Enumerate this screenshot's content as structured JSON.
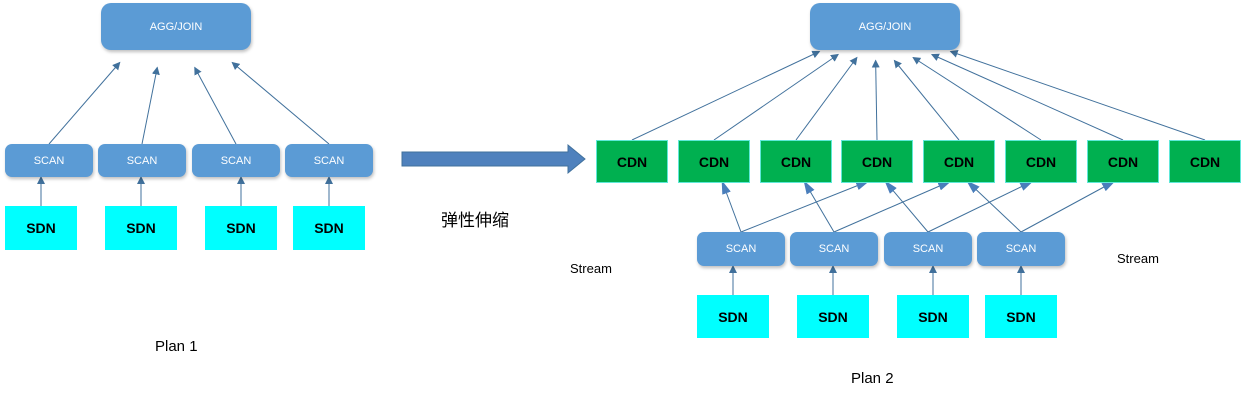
{
  "colors": {
    "operator_fill": "#5b9bd5",
    "sdn_fill": "#00ffff",
    "cdn_fill": "#00b050",
    "cdn_border": "#5ee8d8",
    "edge": "#41719c",
    "transition_arrow": "#4f81bd"
  },
  "plan1": {
    "caption": "Plan 1",
    "agg": {
      "label": "AGG/JOIN"
    },
    "scans": [
      {
        "label": "SCAN"
      },
      {
        "label": "SCAN"
      },
      {
        "label": "SCAN"
      },
      {
        "label": "SCAN"
      }
    ],
    "sdns": [
      {
        "label": "SDN"
      },
      {
        "label": "SDN"
      },
      {
        "label": "SDN"
      },
      {
        "label": "SDN"
      }
    ],
    "edges": [
      {
        "from": "sdn-0",
        "to": "scan-0"
      },
      {
        "from": "sdn-1",
        "to": "scan-1"
      },
      {
        "from": "sdn-2",
        "to": "scan-2"
      },
      {
        "from": "sdn-3",
        "to": "scan-3"
      },
      {
        "from": "scan-0",
        "to": "agg"
      },
      {
        "from": "scan-1",
        "to": "agg"
      },
      {
        "from": "scan-2",
        "to": "agg"
      },
      {
        "from": "scan-3",
        "to": "agg"
      }
    ]
  },
  "transition": {
    "label": "弹性伸缩"
  },
  "plan2": {
    "caption": "Plan 2",
    "stream_label_left": "Stream",
    "stream_label_right": "Stream",
    "agg": {
      "label": "AGG/JOIN"
    },
    "cdns": [
      {
        "label": "CDN"
      },
      {
        "label": "CDN"
      },
      {
        "label": "CDN"
      },
      {
        "label": "CDN"
      },
      {
        "label": "CDN"
      },
      {
        "label": "CDN"
      },
      {
        "label": "CDN"
      },
      {
        "label": "CDN"
      }
    ],
    "scans": [
      {
        "label": "SCAN"
      },
      {
        "label": "SCAN"
      },
      {
        "label": "SCAN"
      },
      {
        "label": "SCAN"
      }
    ],
    "sdns": [
      {
        "label": "SDN"
      },
      {
        "label": "SDN"
      },
      {
        "label": "SDN"
      },
      {
        "label": "SDN"
      }
    ],
    "edges": [
      {
        "from": "sdn-0",
        "to": "scan-0"
      },
      {
        "from": "sdn-1",
        "to": "scan-1"
      },
      {
        "from": "sdn-2",
        "to": "scan-2"
      },
      {
        "from": "sdn-3",
        "to": "scan-3"
      },
      {
        "from": "scan-0",
        "to": "cdn-1"
      },
      {
        "from": "scan-0",
        "to": "cdn-3"
      },
      {
        "from": "scan-1",
        "to": "cdn-2"
      },
      {
        "from": "scan-1",
        "to": "cdn-4"
      },
      {
        "from": "scan-2",
        "to": "cdn-3"
      },
      {
        "from": "scan-2",
        "to": "cdn-5"
      },
      {
        "from": "scan-3",
        "to": "cdn-4"
      },
      {
        "from": "scan-3",
        "to": "cdn-6"
      },
      {
        "from": "cdn-0",
        "to": "agg"
      },
      {
        "from": "cdn-1",
        "to": "agg"
      },
      {
        "from": "cdn-2",
        "to": "agg"
      },
      {
        "from": "cdn-3",
        "to": "agg"
      },
      {
        "from": "cdn-4",
        "to": "agg"
      },
      {
        "from": "cdn-5",
        "to": "agg"
      },
      {
        "from": "cdn-6",
        "to": "agg"
      },
      {
        "from": "cdn-7",
        "to": "agg"
      }
    ]
  }
}
